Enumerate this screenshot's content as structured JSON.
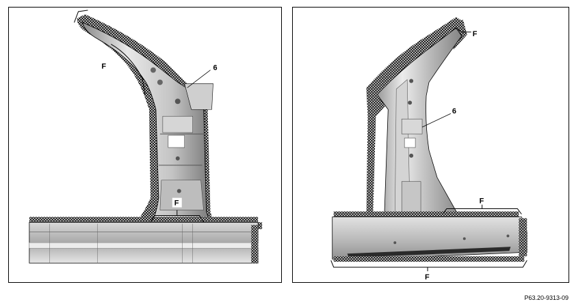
{
  "left_panel": {
    "labels": {
      "part_number": "6",
      "flange_top": "F",
      "flange_bottom": "F"
    }
  },
  "right_panel": {
    "labels": {
      "part_number": "6",
      "flange_top": "F",
      "flange_right": "F",
      "flange_bottom": "F"
    }
  },
  "figure_reference": "P63.20-9313-09",
  "colors": {
    "metal_light": "#e6e6e6",
    "metal_mid": "#b4b4b4",
    "metal_dark": "#6e6e6e",
    "outline": "#000000"
  }
}
